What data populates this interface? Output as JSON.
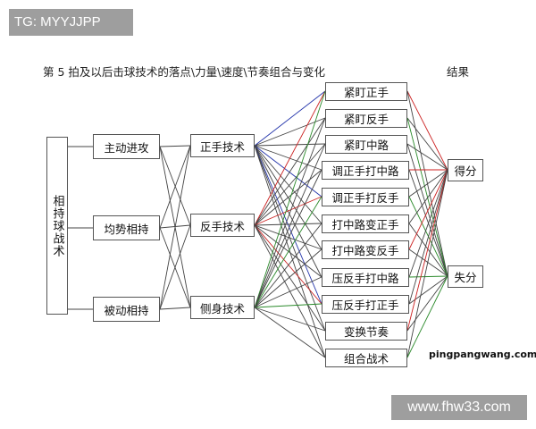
{
  "tag": "TG: MYYJJPP",
  "title": "第 5 拍及以后击球技术的落点\\力量\\速度\\节奏组合与变化",
  "result_label": "结果",
  "root": "相持球战术",
  "strategies": [
    "主动进攻",
    "均势相持",
    "被动相持"
  ],
  "techniques": [
    "正手技术",
    "反手技术",
    "侧身技术"
  ],
  "placements": [
    "紧盯正手",
    "紧盯反手",
    "紧盯中路",
    "调正手打中路",
    "调正手打反手",
    "打中路变正手",
    "打中路变反手",
    "压反手打中路",
    "压反手打正手",
    "变换节奏",
    "组合战术"
  ],
  "outcomes": [
    "得分",
    "失分"
  ],
  "watermark_site": "pingpangwang.com",
  "watermark_url": "www.fhw33.com",
  "colors": {
    "line": "#444444",
    "red": "#cc2222",
    "blue": "#2233aa",
    "green": "#2a8a2a"
  }
}
